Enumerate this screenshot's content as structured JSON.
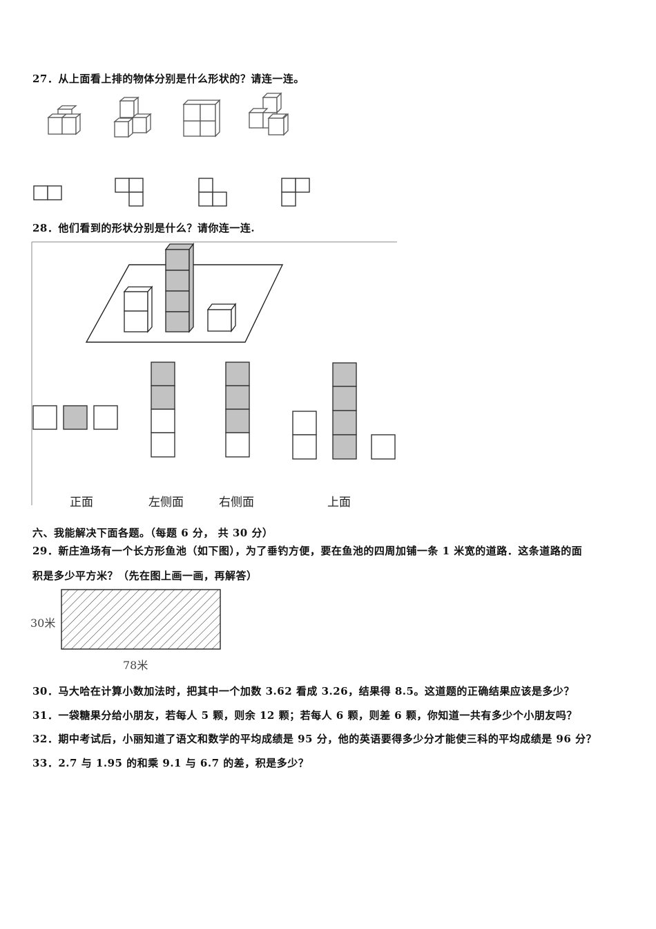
{
  "questions": {
    "q27": "27．从上面看上排的物体分别是什么形状的？请连一连。",
    "q28": "28．他们看到的形状分别是什么？请你连一连.",
    "section6": "六、我能解决下面各题。（每题  6  分，  共  30  分）",
    "q29_line1": "29．新庄渔场有一个长方形鱼池（如下图），为了垂钓方便，要在鱼池的四周加铺一条 1 米宽的道路．这条道路的面",
    "q29_line2": "积是多少平方米？（先在图上画一画，再解答）",
    "q30": "30．马大哈在计算小数加法时，把其中一个加数 3.62 看成 3.26，结果得 8.5。这道题的正确结果应该是多少？",
    "q31": "31．一袋糖果分给小朋友，若每人 5 颗，则余 12 颗；若每人 6 颗，则差 6 颗，你知道一共有多少个小朋友吗？",
    "q32": "32．期中考试后，小丽知道了语文和数学的平均成绩是 95 分，他的英语要得多少分才能使三科的平均成绩是 96 分？",
    "q33": "33．2.7 与 1.95 的和乘 9.1 与 6.7 的差，积是多少？"
  },
  "q28_views": {
    "front": "正面",
    "left": "左侧面",
    "right": "右侧面",
    "top": "上面"
  },
  "q29_figure": {
    "height_label": "30米",
    "width_label": "78米"
  }
}
